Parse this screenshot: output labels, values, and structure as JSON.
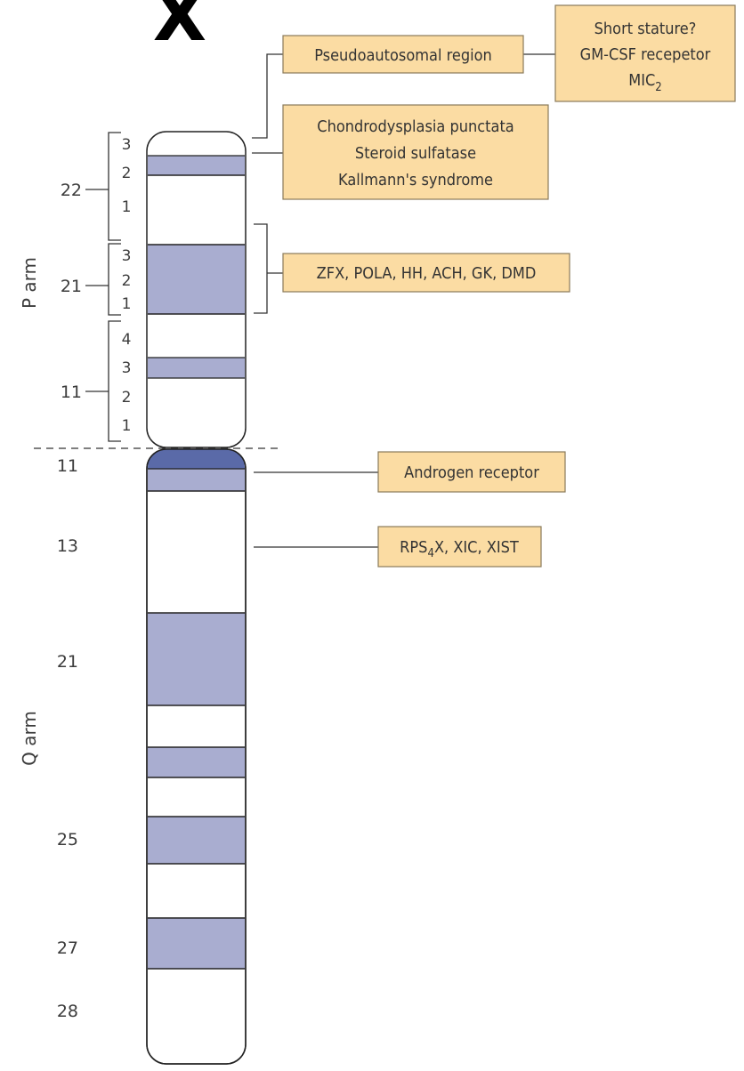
{
  "title": "X",
  "arms": {
    "p": "P arm",
    "q": "Q arm"
  },
  "p_regions": [
    {
      "region": "22",
      "subbands": [
        "3",
        "2",
        "1"
      ]
    },
    {
      "region": "21",
      "subbands": [
        "3",
        "2",
        "1"
      ]
    },
    {
      "region": "11",
      "subbands": [
        "4",
        "3",
        "2",
        "1"
      ]
    }
  ],
  "q_regions": [
    "11",
    "13",
    "21",
    "25",
    "27",
    "28"
  ],
  "gene_boxes": {
    "pseudoautosomal": "Pseudoautosomal region",
    "short_stature": [
      "Short stature?",
      "GM-CSF recepetor",
      "MIC"
    ],
    "mic_subscript": "2",
    "xp22": [
      "Chondrodysplasia punctata",
      "Steroid sulfatase",
      "Kallmann's syndrome"
    ],
    "xp21": "ZFX, POLA, HH, ACH, GK, DMD",
    "androgen": "Androgen receptor",
    "xq13": {
      "prefix": "RPS",
      "subscript": "4",
      "suffix": "X, XIC, XIST"
    }
  },
  "colors": {
    "band": "#a9add0",
    "centromere": "#5a6aa8",
    "box_fill": "#fbdca3",
    "box_border": "#8a7a5a",
    "outline": "#222222"
  }
}
